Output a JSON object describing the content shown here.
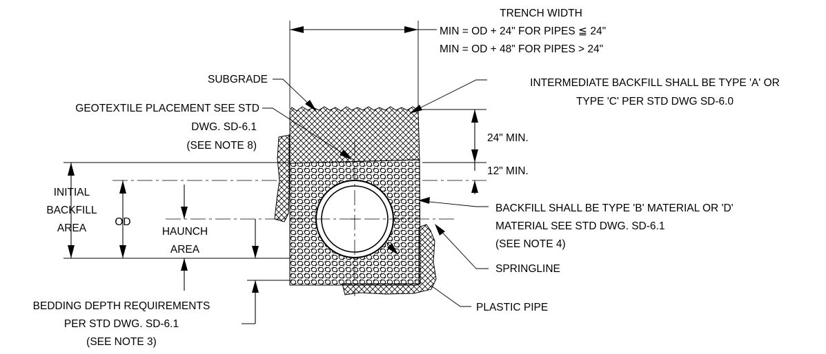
{
  "labels": {
    "trench_width": {
      "title": "TRENCH WIDTH",
      "line1": "MIN = OD + 24\" FOR PIPES ≦ 24\"",
      "line2": "MIN = OD + 48\" FOR PIPES > 24\""
    },
    "subgrade": "SUBGRADE",
    "geotextile": {
      "line1": "GEOTEXTILE PLACEMENT SEE STD",
      "line2": "DWG. SD-6.1",
      "line3": "(SEE NOTE 8)"
    },
    "intermediate_backfill": {
      "line1": "INTERMEDIATE BACKFILL SHALL BE TYPE 'A' OR",
      "line2": "TYPE 'C' PER STD DWG SD-6.0"
    },
    "cover_24": "24\" MIN.",
    "cover_12": "12\" MIN.",
    "initial_backfill": {
      "line1": "INITIAL",
      "line2": "BACKFILL",
      "line3": "AREA"
    },
    "od": "OD",
    "haunch": {
      "line1": "HAUNCH",
      "line2": "AREA"
    },
    "backfill_type_b": {
      "line1": "BACKFILL SHALL BE TYPE 'B' MATERIAL OR 'D'",
      "line2": "MATERIAL SEE STD DWG. SD-6.1",
      "line3": "(SEE NOTE 4)"
    },
    "springline": "SPRINGLINE",
    "bedding": {
      "line1": "BEDDING DEPTH REQUIREMENTS",
      "line2": "PER STD DWG. SD-6.1",
      "line3": "(SEE NOTE 3)"
    },
    "plastic_pipe": "PLASTIC PIPE"
  }
}
